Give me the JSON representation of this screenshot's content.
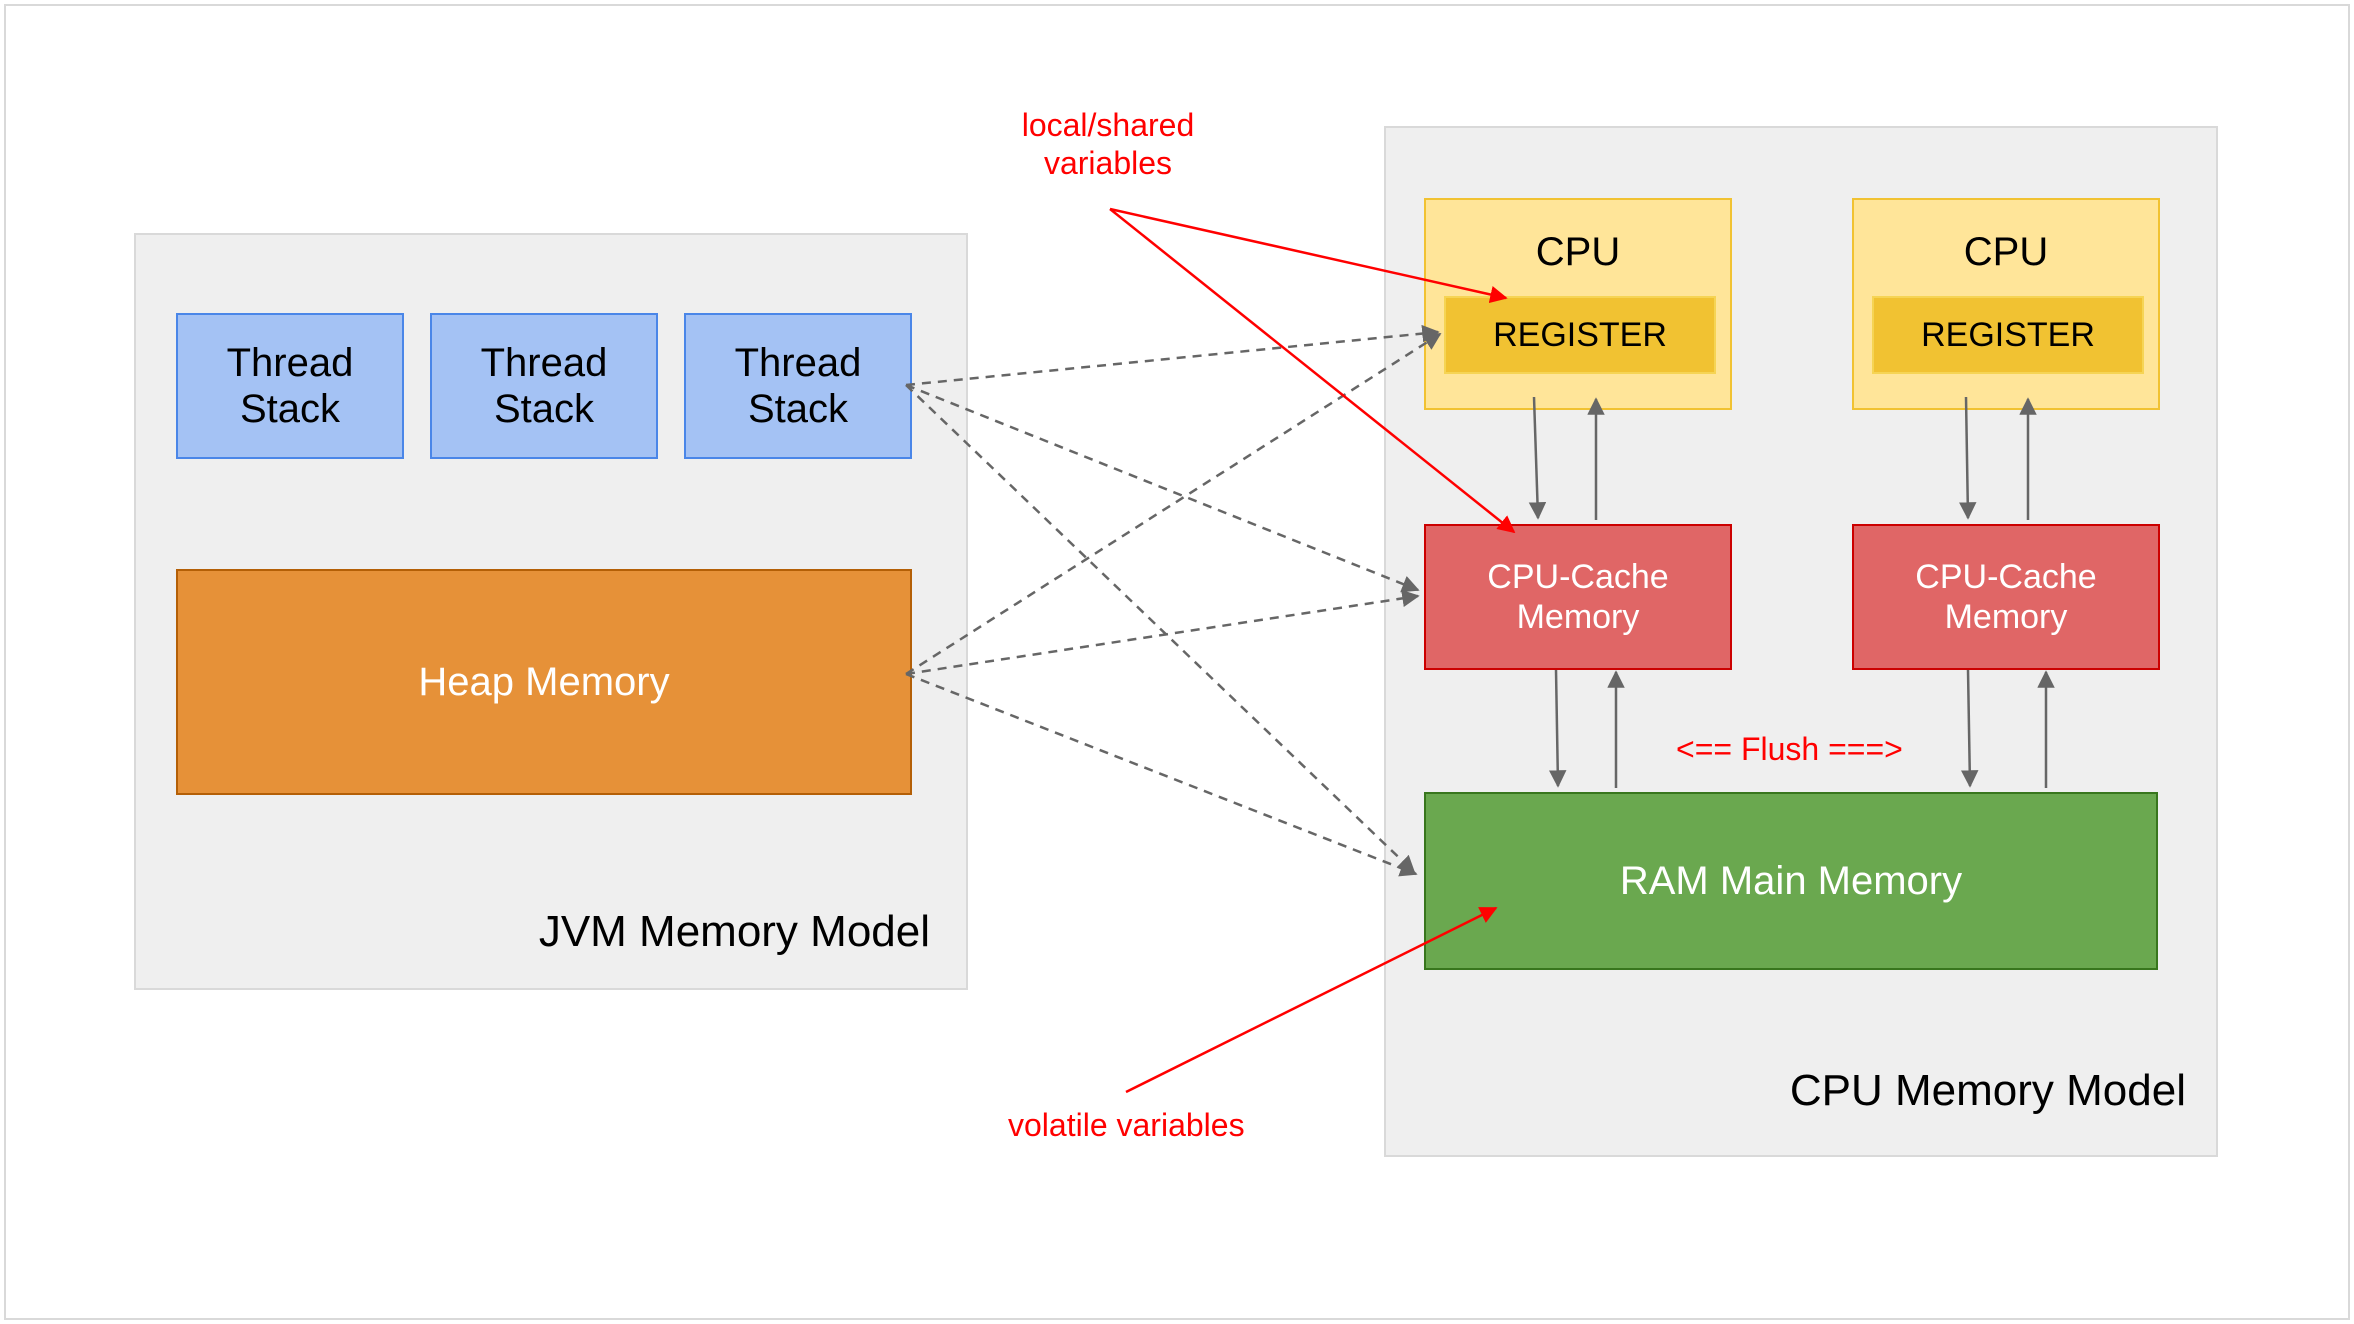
{
  "jvm": {
    "title": "JVM Memory Model",
    "thread_stacks": [
      {
        "label": "Thread Stack"
      },
      {
        "label": "Thread Stack"
      },
      {
        "label": "Thread Stack"
      }
    ],
    "heap_label": "Heap Memory"
  },
  "cpu_model": {
    "title": "CPU Memory Model",
    "cpus": [
      {
        "label": "CPU",
        "register": "REGISTER",
        "cache": "CPU-Cache Memory"
      },
      {
        "label": "CPU",
        "register": "REGISTER",
        "cache": "CPU-Cache Memory"
      }
    ],
    "ram_label": "RAM Main Memory",
    "flush_label": "<== Flush ===>"
  },
  "annotations": {
    "local_shared": "local/shared variables",
    "volatile": "volatile variables"
  },
  "colors": {
    "annotation": "#ff0000",
    "connector": "#666666",
    "thread_stack": "#a4c2f4",
    "heap": "#e69138",
    "cpu": "#ffe599",
    "register": "#f1c232",
    "cache": "#e06666",
    "ram": "#6aa84f"
  }
}
